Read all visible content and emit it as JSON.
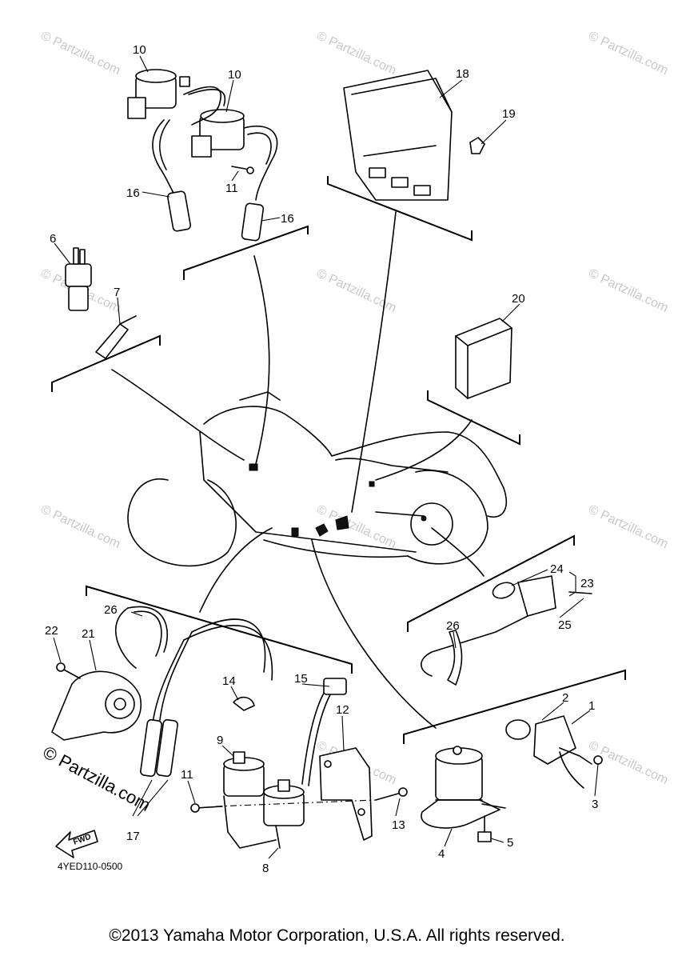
{
  "watermark": {
    "text": "© Partzilla.com",
    "large_text": "© Partzilla.com"
  },
  "fwd_label": "FWD",
  "doc_code": "4YED110-0500",
  "copyright": "©2013 Yamaha Motor Corporation, U.S.A. All rights reserved.",
  "callouts": [
    {
      "id": "c10a",
      "text": "10"
    },
    {
      "id": "c10b",
      "text": "10"
    },
    {
      "id": "c16a",
      "text": "16"
    },
    {
      "id": "c11a",
      "text": "11"
    },
    {
      "id": "c16b",
      "text": "16"
    },
    {
      "id": "c18",
      "text": "18"
    },
    {
      "id": "c19",
      "text": "19"
    },
    {
      "id": "c6",
      "text": "6"
    },
    {
      "id": "c7",
      "text": "7"
    },
    {
      "id": "c20",
      "text": "20"
    },
    {
      "id": "c24",
      "text": "24"
    },
    {
      "id": "c23",
      "text": "23"
    },
    {
      "id": "c25",
      "text": "25"
    },
    {
      "id": "c26a",
      "text": "26"
    },
    {
      "id": "c26b",
      "text": "26"
    },
    {
      "id": "c22",
      "text": "22"
    },
    {
      "id": "c21",
      "text": "21"
    },
    {
      "id": "c14",
      "text": "14"
    },
    {
      "id": "c15",
      "text": "15"
    },
    {
      "id": "c12",
      "text": "12"
    },
    {
      "id": "c9",
      "text": "9"
    },
    {
      "id": "c11b",
      "text": "11"
    },
    {
      "id": "c13",
      "text": "13"
    },
    {
      "id": "c17",
      "text": "17"
    },
    {
      "id": "c8",
      "text": "8"
    },
    {
      "id": "c2",
      "text": "2"
    },
    {
      "id": "c1",
      "text": "1"
    },
    {
      "id": "c3",
      "text": "3"
    },
    {
      "id": "c4",
      "text": "4"
    },
    {
      "id": "c5",
      "text": "5"
    }
  ]
}
